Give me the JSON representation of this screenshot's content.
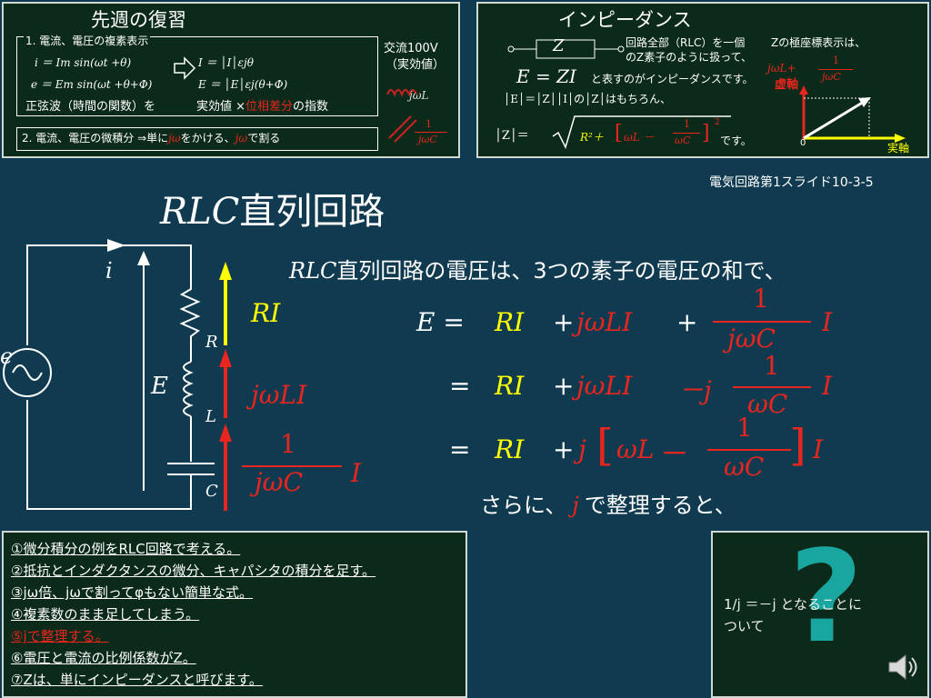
{
  "top_left": {
    "title": "先週の復習",
    "sec1_label": "1. 電流、電圧の複素表示",
    "eq_i": "i ＝ Im sin(ωt +θ)",
    "eq_e": "e ＝ Em sin(ωt +θ+Φ)",
    "eq_I": "I ＝ │I│εjθ",
    "eq_E": "E ＝ │E│εj(θ+Φ)",
    "sine_text": "正弦波（時間の関数）を",
    "exp_text_a": "実効値 ×",
    "exp_text_b": "位相差分",
    "exp_text_c": "の指数",
    "ac_text_1": "交流100V",
    "ac_text_2": "（実効値）",
    "jwl": "jωL",
    "frac_num": "1",
    "frac_den": "jωC",
    "sec2_a": "2. 電流、電圧の微積分 ⇒単に",
    "sec2_b": "jω",
    "sec2_c": "をかける、",
    "sec2_d": "jω",
    "sec2_e": "で割る"
  },
  "top_right": {
    "title": "インピーダンス",
    "z_label": "Z",
    "desc_1": "回路全部（RLC）を一個",
    "desc_2": "のZ素子のように扱って、",
    "ezi": "E = ZI",
    "ezi_text": "と表すのがインピーダンスです。",
    "abs_line": "│E│＝│Z││I│の│Z│はもちろん、",
    "absz": "│Z│＝",
    "r2": "R²＋",
    "wl": "ωL －",
    "frac_num": "1",
    "frac_den": "ωC",
    "sq": "2",
    "desu": "です。",
    "polar_title": "Zの極座標表示は、",
    "polar_jwl": "jωL+",
    "polar_num": "1",
    "polar_den": "jωC",
    "imag_axis": "虚軸",
    "real_axis": "実軸",
    "origin": "0"
  },
  "slide_ref": "電気回路第1スライド10-3-5",
  "title_italic": "RLC",
  "title_rest": "直列回路",
  "intro_italic": "RLC",
  "intro_rest": "直列回路の電圧は、3つの素子の電圧の和で、",
  "circuit": {
    "i": "i",
    "e": "e",
    "E": "E",
    "R": "R",
    "L": "L",
    "C": "C",
    "RI": "RI",
    "jwLI": "jωLI",
    "cap_num": "1",
    "cap_den": "jωC",
    "cap_I": "I"
  },
  "equations": {
    "E_eq": "E =",
    "eq": "=",
    "RI": "RI",
    "plus": "+",
    "jwLI": "jωLI",
    "plus2": "+",
    "one": "1",
    "jwC": "jωC",
    "I": "I",
    "minus_j": "－j",
    "wC": "ωC",
    "j": "j",
    "lbr": "[",
    "rbr": "]",
    "wL": "ωL",
    "minus": "－"
  },
  "sara": {
    "a": "さらに、",
    "j": "j",
    "b": "で整理すると、"
  },
  "list": [
    {
      "text": "①微分積分の例をRLC回路で考える。",
      "color": "#ffffff"
    },
    {
      "text": "②抵抗とインダクタンスの微分、キャパシタの積分を足す。",
      "color": "#ffffff"
    },
    {
      "text": "③jω倍、jωで割ってφもない簡単な式。",
      "color": "#ffffff"
    },
    {
      "text": "④複素数のまま足してしまう。",
      "color": "#ffffff"
    },
    {
      "text": "⑤jで整理する。",
      "color": "#e8251e"
    },
    {
      "text": "⑥電圧と電流の比例係数がZ。",
      "color": "#ffffff"
    },
    {
      "text": "⑦Zは、単にインピーダンスと呼びます。",
      "color": "#ffffff"
    }
  ],
  "question_box": {
    "qmark": "?",
    "text_1": "1/j ＝－j となることに",
    "text_2": "ついて"
  },
  "colors": {
    "background": "#0f3a4f",
    "panel": "#0b2a1a",
    "yellow": "#ffff00",
    "red": "#e8251e",
    "teal": "#1aa6a0"
  },
  "icons": [
    "speaker-icon",
    "question-mark-icon",
    "ac-source-icon",
    "resistor-icon",
    "inductor-icon",
    "capacitor-icon"
  ]
}
